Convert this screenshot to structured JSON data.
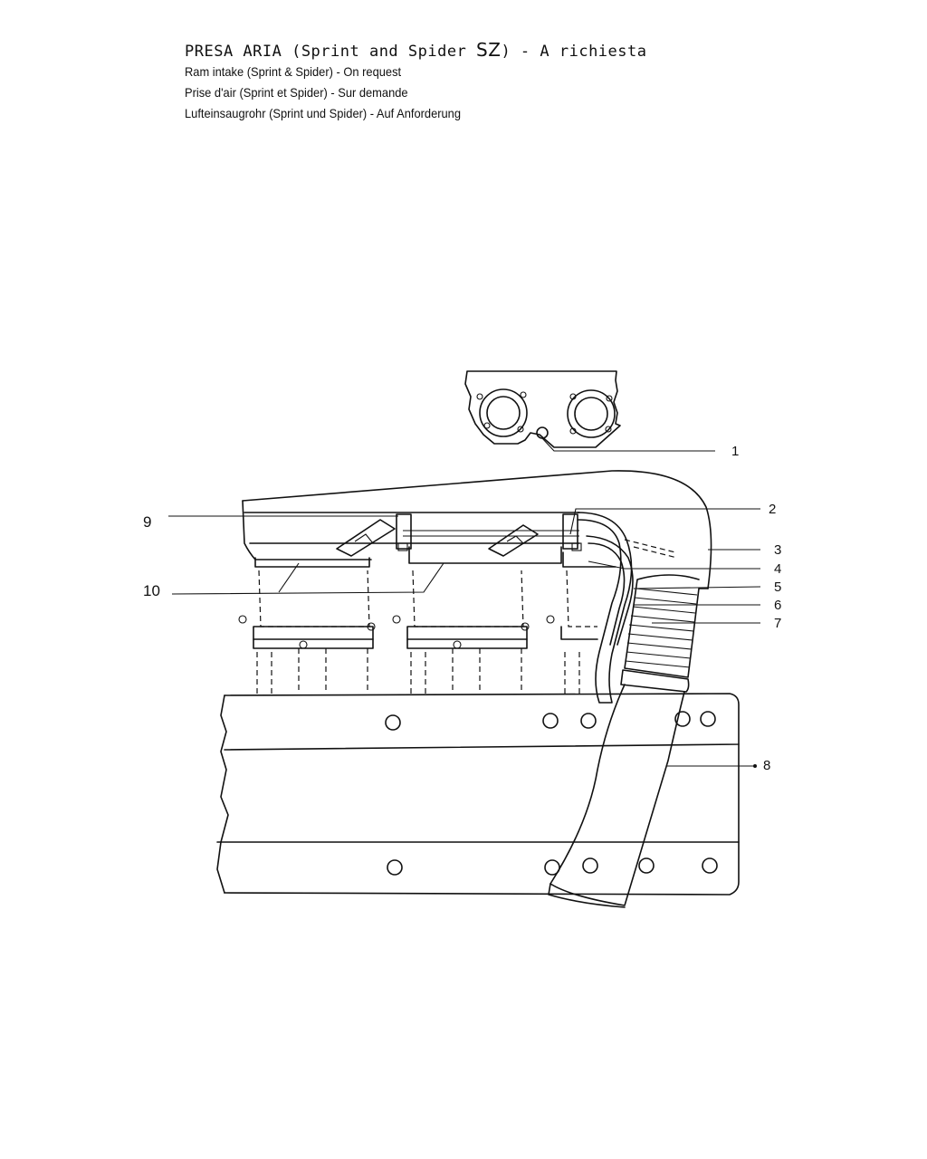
{
  "header": {
    "title_prefix": "PRESA ARIA (Sprint and Spider ",
    "title_sz": "SZ",
    "title_suffix": ") - A richiesta",
    "line_en": "Ram intake (Sprint & Spider) - On request",
    "line_fr": "Prise d'air (Sprint et Spider) - Sur demande",
    "line_de": "Lufteinsaugrohr (Sprint und Spider) - Auf Anforderung"
  },
  "callouts": {
    "c1": "1",
    "c2": "2",
    "c3": "3",
    "c4": "4",
    "c5": "5",
    "c6": "6",
    "c7": "7",
    "c8": "8",
    "c9": "9",
    "c10": "10"
  }
}
